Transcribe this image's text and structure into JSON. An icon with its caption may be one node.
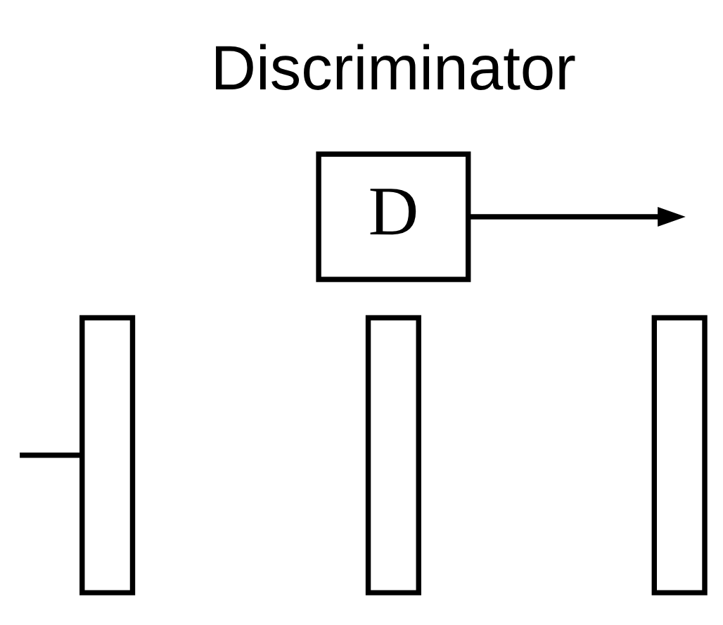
{
  "diagram": {
    "nodes": [
      {
        "text": [],
        "shape": "bar"
      },
      {
        "text": [],
        "shape": "bar"
      },
      {
        "text": [],
        "shape": "bar"
      },
      {
        "text": [
          "D"
        ]
      }
    ],
    "edges": [
      {
        "from": null,
        "to": 0,
        "arrow": "none"
      },
      {
        "from": 3,
        "to": null,
        "arrow": "to"
      }
    ],
    "labels": [
      "Discriminator"
    ]
  }
}
